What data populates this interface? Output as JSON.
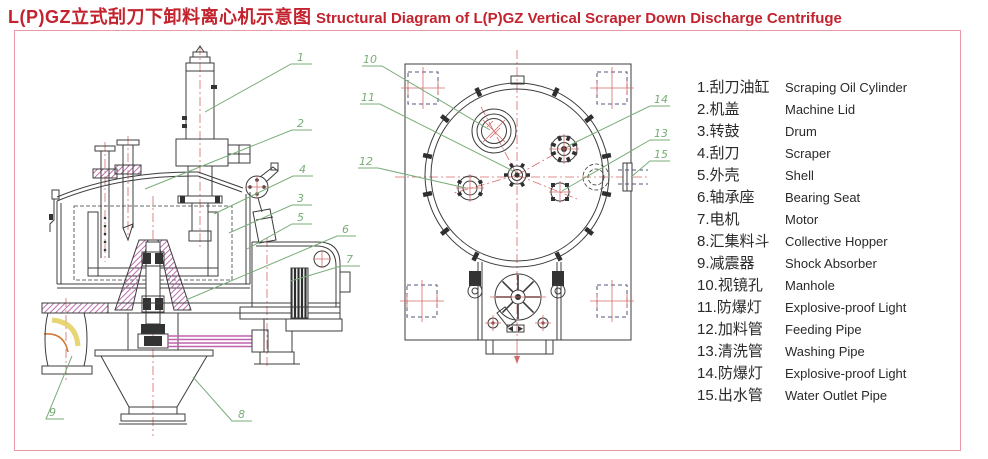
{
  "title": {
    "zh": "L(P)GZ立式刮刀下卸料离心机示意图",
    "en": "Structural Diagram of L(P)GZ Vertical Scraper Down Discharge Centrifuge"
  },
  "legend": {
    "items": [
      {
        "num": "1.",
        "zh": "刮刀油缸",
        "en": "Scraping Oil Cylinder"
      },
      {
        "num": "2.",
        "zh": "机盖",
        "en": "Machine Lid"
      },
      {
        "num": "3.",
        "zh": "转鼓",
        "en": "Drum"
      },
      {
        "num": "4.",
        "zh": "刮刀",
        "en": "Scraper"
      },
      {
        "num": "5.",
        "zh": "外壳",
        "en": "Shell"
      },
      {
        "num": "6.",
        "zh": "轴承座",
        "en": "Bearing Seat"
      },
      {
        "num": "7.",
        "zh": "电机",
        "en": "Motor"
      },
      {
        "num": "8.",
        "zh": "汇集料斗",
        "en": "Collective Hopper"
      },
      {
        "num": "9.",
        "zh": "减震器",
        "en": "Shock Absorber"
      },
      {
        "num": "10.",
        "zh": "视镜孔",
        "en": "Manhole"
      },
      {
        "num": "11.",
        "zh": "防爆灯",
        "en": "Explosive-proof Light"
      },
      {
        "num": "12.",
        "zh": "加料管",
        "en": "Feeding Pipe"
      },
      {
        "num": "13.",
        "zh": "清洗管",
        "en": "Washing Pipe"
      },
      {
        "num": "14.",
        "zh": "防爆灯",
        "en": "Explosive-proof Light"
      },
      {
        "num": "15.",
        "zh": "出水管",
        "en": "Water Outlet Pipe"
      }
    ]
  },
  "callouts": {
    "c1": "1",
    "c2": "2",
    "c3": "3",
    "c4": "4",
    "c5": "5",
    "c6": "6",
    "c7": "7",
    "c8": "8",
    "c9": "9",
    "c10": "10",
    "c11": "11",
    "c12": "12",
    "c13": "13",
    "c14": "14",
    "c15": "15"
  },
  "colors": {
    "title_red": "#c2232e",
    "border_pink": "#e89aa5",
    "leader_green": "#79ad79",
    "centerline_red": "#d66a6a",
    "hatch_pink": "#b55fa5",
    "line_dark": "#3c3c3c",
    "elbow_yellow": "#e2ca54"
  }
}
